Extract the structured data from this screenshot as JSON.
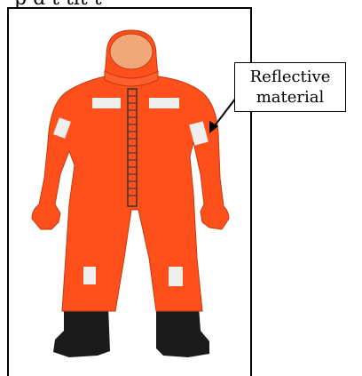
{
  "header": {
    "cropped_text": "p d t tlt t"
  },
  "callout": {
    "line1": "Reflective",
    "line2": "material"
  },
  "colors": {
    "suit": "#ff4f1a",
    "face": "#f0a878",
    "reflective": "#eeeeee",
    "boots": "#1a1a1a",
    "zipper": "#333333"
  }
}
